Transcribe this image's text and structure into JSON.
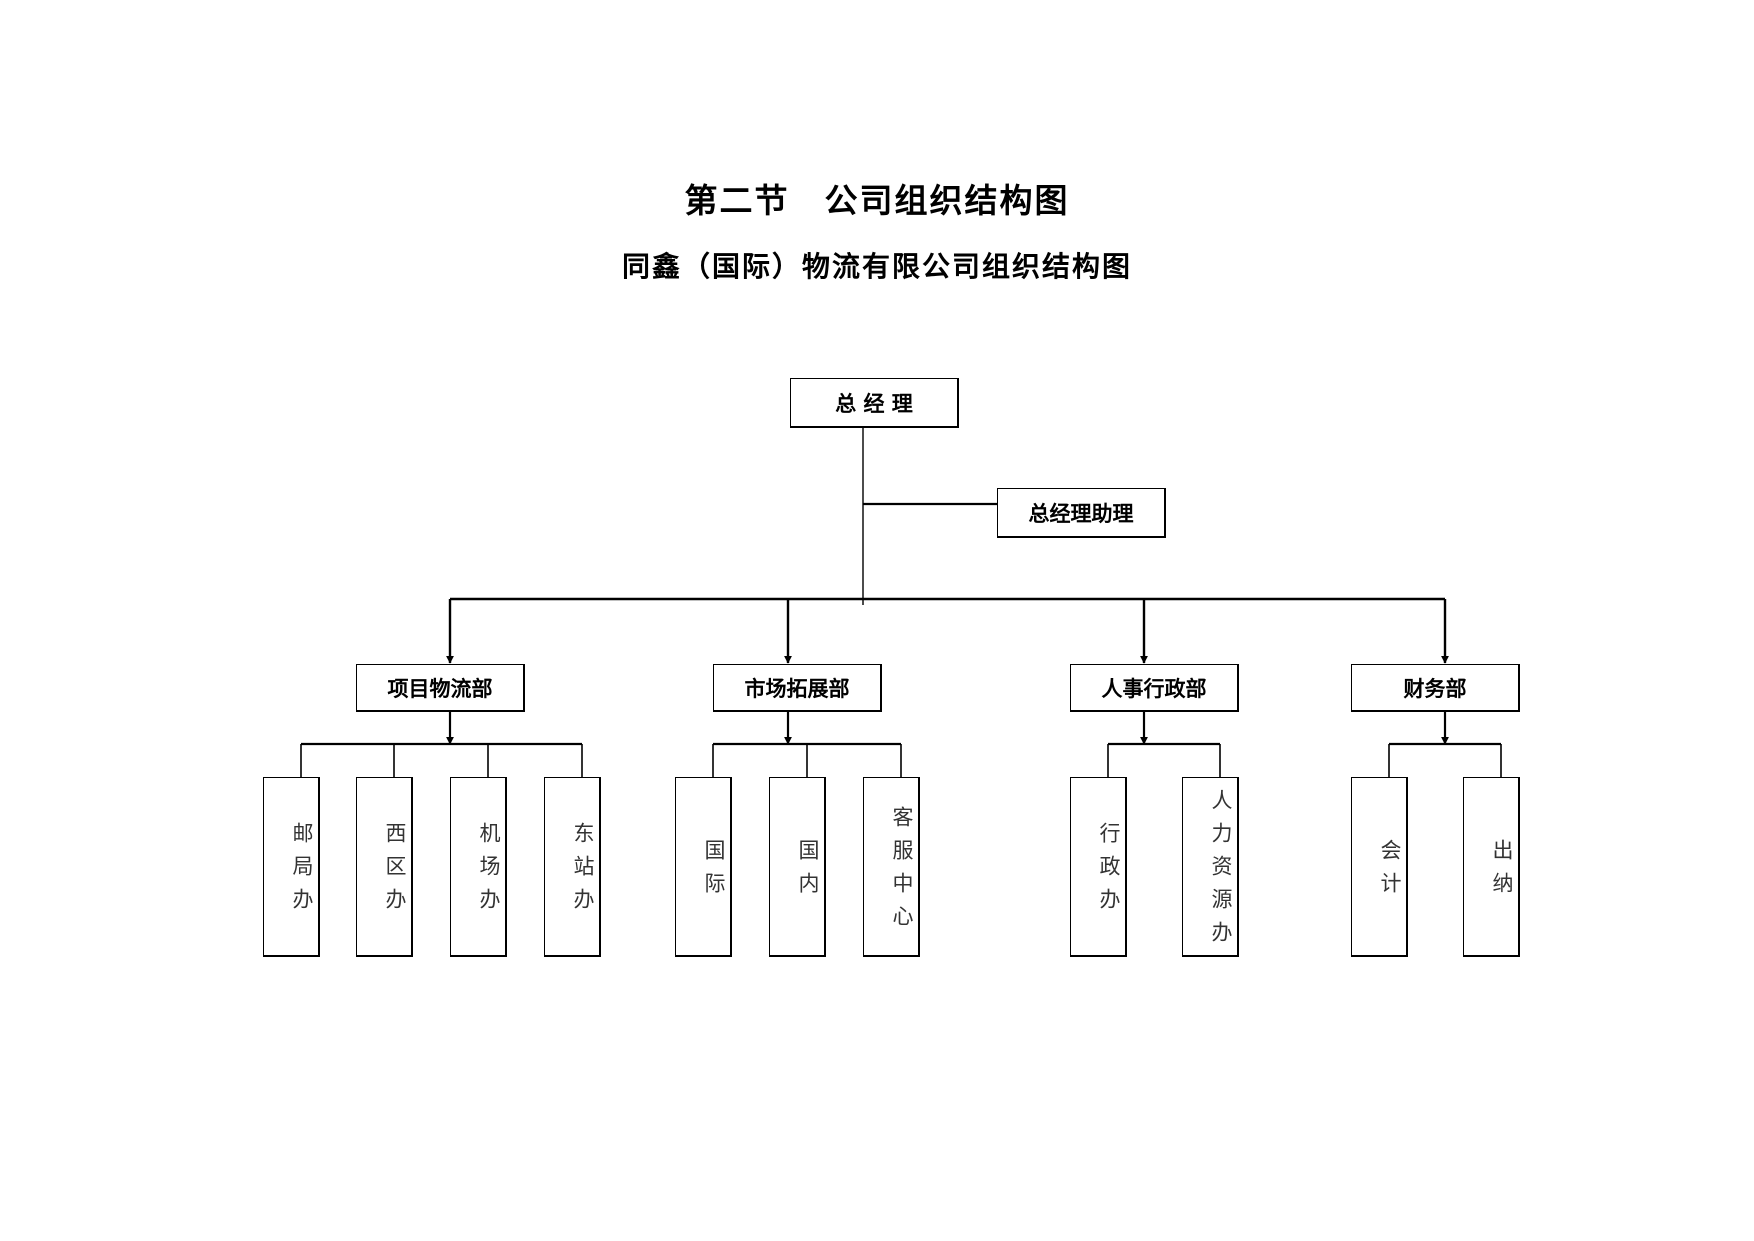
{
  "header": {
    "section_title": "第二节　公司组织结构图",
    "chart_title": "同鑫（国际）物流有限公司组织结构图"
  },
  "org": {
    "root": "总 经 理",
    "assistant": "总经理助理",
    "departments": [
      {
        "name": "项目物流部",
        "units": [
          "邮局办",
          "西区办",
          "机场办",
          "东站办"
        ]
      },
      {
        "name": "市场拓展部",
        "units": [
          "国际",
          "国内",
          "客服中心"
        ]
      },
      {
        "name": "人事行政部",
        "units": [
          "行政办",
          "人力资源办"
        ]
      },
      {
        "name": "财务部",
        "units": [
          "会计",
          "出纳"
        ]
      }
    ]
  },
  "colors": {
    "line": "#000000",
    "unit_text": "#333333",
    "heading_text": "#000000"
  }
}
